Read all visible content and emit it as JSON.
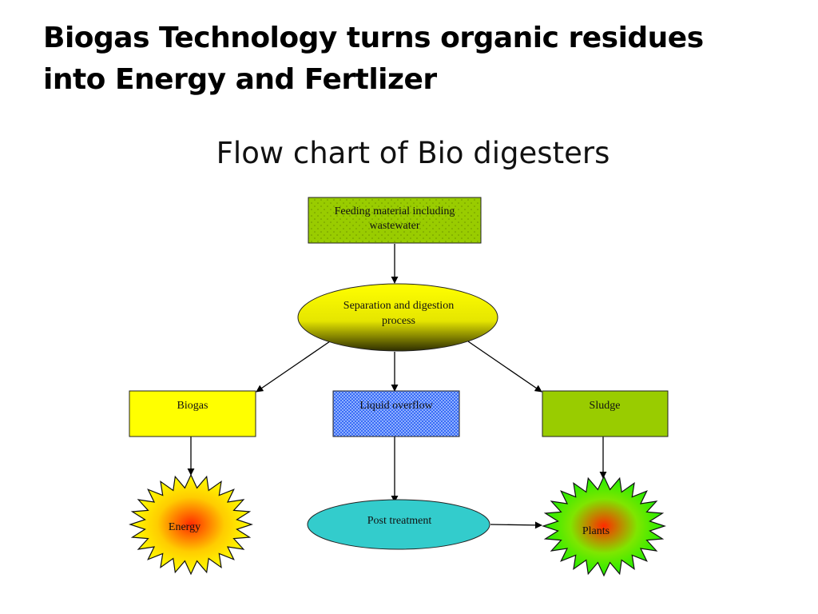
{
  "slide": {
    "title_line1": "Biogas Technology  turns organic residues",
    "title_line2": "into Energy and Fertlizer",
    "subtitle": "Flow chart of Bio digesters"
  },
  "diagram": {
    "nodes": {
      "feeding": {
        "line1": "Feeding material including",
        "line2": "wastewater",
        "shape": "rectangle",
        "fill": "#99cc00",
        "pattern": "dotted"
      },
      "separation": {
        "line1": "Separation and digestion",
        "line2": "process",
        "shape": "ellipse",
        "fill": "#ffff00",
        "gradient_to": "#333300"
      },
      "biogas": {
        "label": "Biogas",
        "shape": "rectangle",
        "fill": "#ffff00"
      },
      "liquid": {
        "label": "Liquid overflow",
        "shape": "rectangle",
        "fill": "#3366ff",
        "pattern": "checkered"
      },
      "sludge": {
        "label": "Sludge",
        "shape": "rectangle",
        "fill": "#99cc00"
      },
      "energy": {
        "label": "Energy",
        "shape": "starburst",
        "fill": "#ffff00",
        "center": "#ff3300"
      },
      "post": {
        "label": "Post treatment",
        "shape": "ellipse",
        "fill": "#33cccc"
      },
      "plants": {
        "label": "Plants",
        "shape": "starburst",
        "fill": "#33ff00",
        "center": "#ff3300"
      }
    },
    "edges": [
      {
        "from": "feeding",
        "to": "separation"
      },
      {
        "from": "separation",
        "to": "biogas"
      },
      {
        "from": "separation",
        "to": "liquid"
      },
      {
        "from": "separation",
        "to": "sludge"
      },
      {
        "from": "biogas",
        "to": "energy"
      },
      {
        "from": "liquid",
        "to": "post"
      },
      {
        "from": "sludge",
        "to": "plants"
      },
      {
        "from": "post",
        "to": "plants"
      }
    ]
  }
}
